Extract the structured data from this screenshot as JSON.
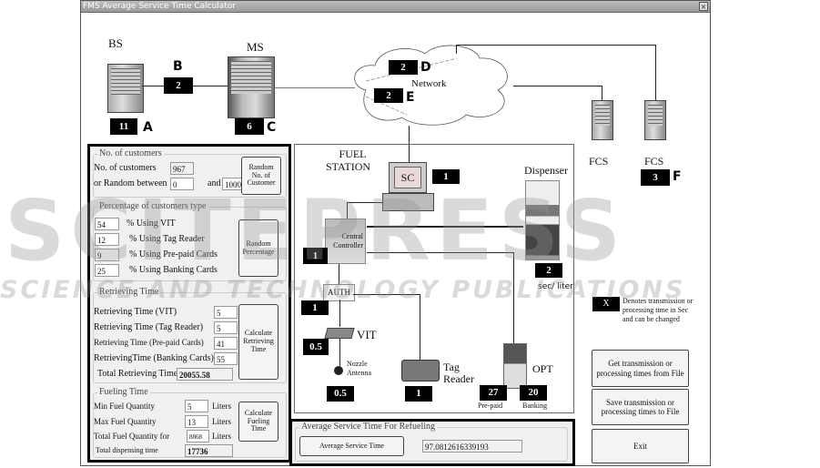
{
  "window": {
    "title": "FMS Average Service Time Calculator",
    "close_glyph": "×"
  },
  "diagram": {
    "bs": {
      "label": "BS",
      "time": "11",
      "letter": "A"
    },
    "link_bs_ms": {
      "time": "2",
      "letter": "B"
    },
    "ms": {
      "label": "MS",
      "time": "6",
      "letter": "C"
    },
    "network": {
      "label": "Network",
      "d_time": "2",
      "d_letter": "D",
      "e_time": "2",
      "e_letter": "E"
    },
    "fcs1": {
      "label": "FCS"
    },
    "fcs2": {
      "label": "FCS",
      "time": "3",
      "letter": "F"
    },
    "fuel_station": {
      "label_line1": "FUEL",
      "label_line2": "STATION"
    },
    "sc": {
      "label": "SC",
      "time": "1"
    },
    "dispenser": {
      "label": "Dispenser",
      "time": "2",
      "unit": "sec/ liter"
    },
    "central_controller": {
      "label_line1": "Central",
      "label_line2": "Controller",
      "time": "1"
    },
    "auth": {
      "label": "AUTH",
      "time": "1"
    },
    "vit": {
      "label": "VIT",
      "time": "0.5"
    },
    "nozzle_antenna": {
      "label_line1": "Nozzle",
      "label_line2": "Antenna",
      "time": "0.5"
    },
    "tag_reader": {
      "label_line1": "Tag",
      "label_line2": "Reader",
      "time": "1"
    },
    "opt": {
      "label": "OPT",
      "prepaid_time": "27",
      "prepaid_label": "Pre-paid",
      "banking_time": "20",
      "banking_label": "Banking"
    }
  },
  "customers": {
    "legend": "No. of customers",
    "count_label": "No. of customers",
    "count_value": "967",
    "random_label": "or Random between",
    "random_min": "0",
    "and_label": "and",
    "random_max": "1000",
    "random_button": "Random No. of Customer"
  },
  "percentages": {
    "legend": "Percentage of  customers type",
    "rows": [
      {
        "value": "54",
        "label": "% Using VIT"
      },
      {
        "value": "12",
        "label": "% Using Tag Reader"
      },
      {
        "value": "9",
        "label": "% Using Pre-paid Cards"
      },
      {
        "value": "25",
        "label": "% Using Banking Cards"
      }
    ],
    "random_button": "Random Percentage"
  },
  "retrieving": {
    "legend": "Retrieving Time",
    "rows": [
      {
        "label": "Retrieving Time (VIT)",
        "value": "5"
      },
      {
        "label": "Retrieving Time (Tag Reader)",
        "value": "5"
      },
      {
        "label": "Retrieving Time (Pre-paid Cards)",
        "value": "41"
      },
      {
        "label": "RetrievingTime (Banking Cards)",
        "value": "55"
      }
    ],
    "total_label": "Total Retrieving Time",
    "total_value": "20055.58",
    "calc_button": "Calculate Retrieving Time"
  },
  "fueling": {
    "legend": "Fueling Time",
    "min_label": "Min Fuel Quantity",
    "min_value": "5",
    "min_unit": "Liters",
    "max_label": "Max Fuel Quantity",
    "max_value": "13",
    "max_unit": "Liters",
    "total_label": "Total Fuel Quantity for",
    "total_value": "8868",
    "total_unit": "Liters",
    "dispensing_label": "Total dispensing time",
    "dispensing_value": "17736",
    "calc_button": "Calculate Fueling Time"
  },
  "average": {
    "legend": "Average Service Time For Refueling",
    "button": "Average Service Time",
    "value": "97.0812616339193"
  },
  "legend_note": {
    "box": "X",
    "text": "Denotes transmission or processing time in Sec and can be changed"
  },
  "actions": {
    "get_button": "Get transmission or processing times from File",
    "save_button": "Save transmission or processing times to File",
    "exit_button": "Exit"
  },
  "watermark": {
    "line1": "SCITEPRESS",
    "line2": "SCIENCE AND TECHNOLOGY PUBLICATIONS"
  }
}
